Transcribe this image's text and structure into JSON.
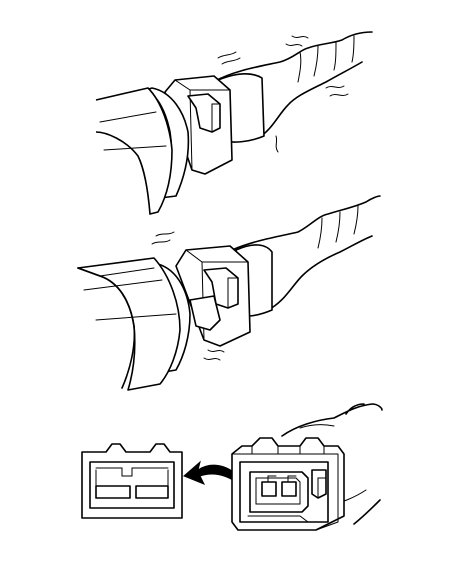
{
  "diagram": {
    "panels": [
      {
        "id": "panel-1",
        "subject": "connector-fully-mated"
      },
      {
        "id": "panel-2",
        "subject": "connector-being-wiggled"
      },
      {
        "id": "panel-3",
        "subject": "connector-separated"
      }
    ],
    "colors": {
      "stroke": "#000000",
      "fill": "#ffffff",
      "detail": "#777777"
    },
    "icons": [
      "vibration-lines-icon",
      "curved-arrow-icon"
    ]
  }
}
